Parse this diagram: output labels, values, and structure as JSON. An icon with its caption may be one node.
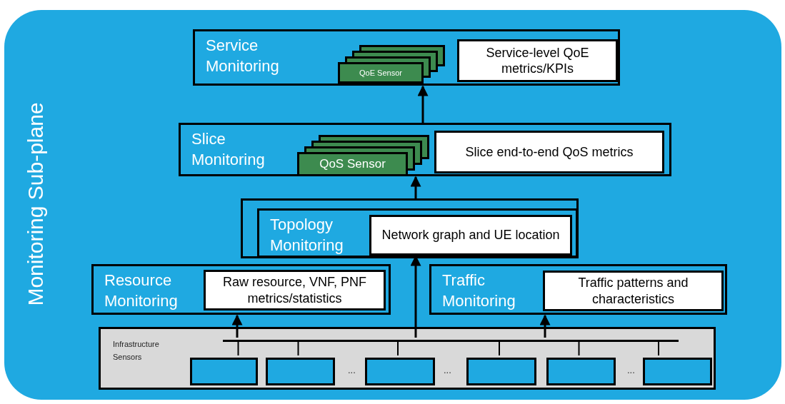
{
  "diagram": {
    "nodes": [
      {
        "text": [
          "Monitoring Sub-plane"
        ]
      },
      {
        "text": [
          "Service Monitoring"
        ],
        "in": 0
      },
      {
        "text": [
          "QoE Sensor"
        ],
        "in": 1
      },
      {
        "text": [
          "Service-level QoE metrics/KPIs"
        ],
        "in": 1
      },
      {
        "text": [
          "Slice Monitoring"
        ],
        "in": 0
      },
      {
        "text": [
          "QoS Sensor"
        ],
        "in": 4
      },
      {
        "text": [
          "Slice end-to-end QoS metrics"
        ],
        "in": 4
      },
      {
        "text": [],
        "shape": "box",
        "in": 0
      },
      {
        "text": [
          "Topology Monitoring"
        ],
        "in": 7
      },
      {
        "text": [
          "Network graph and UE location"
        ],
        "in": 8
      },
      {
        "text": [
          "Resource Monitoring"
        ],
        "in": 0
      },
      {
        "text": [
          "Raw resource, VNF, PNF metrics/statistics"
        ],
        "in": 10
      },
      {
        "text": [
          "Traffic Monitoring"
        ],
        "in": 0
      },
      {
        "text": [
          "Traffic patterns and characteristics"
        ],
        "in": 12
      },
      {
        "text": [
          "Infrastructure Sensors"
        ],
        "in": 0
      },
      {
        "text": [],
        "shape": "bar",
        "in": 14
      },
      {
        "text": [],
        "shape": "box",
        "in": 14
      },
      {
        "text": [],
        "shape": "box",
        "in": 14
      },
      {
        "text": [],
        "shape": "box",
        "in": 14
      },
      {
        "text": [],
        "shape": "box",
        "in": 14
      },
      {
        "text": [],
        "shape": "box",
        "in": 14
      },
      {
        "text": [],
        "shape": "box",
        "in": 14
      }
    ],
    "edges": [
      {
        "from": 4,
        "to": 1,
        "arrow": "to"
      },
      {
        "from": 7,
        "to": 4,
        "arrow": "to"
      },
      {
        "from": 15,
        "to": 10,
        "arrow": "to"
      },
      {
        "from": 15,
        "to": 8,
        "arrow": "to"
      },
      {
        "from": 15,
        "to": 12,
        "arrow": "to"
      },
      {
        "from": 16,
        "to": 15,
        "arrow": "none"
      },
      {
        "from": 17,
        "to": 15,
        "arrow": "none"
      },
      {
        "from": 18,
        "to": 15,
        "arrow": "none"
      },
      {
        "from": 19,
        "to": 15,
        "arrow": "none"
      },
      {
        "from": 20,
        "to": 15,
        "arrow": "none"
      },
      {
        "from": 21,
        "to": 15,
        "arrow": "none"
      }
    ],
    "labels": [
      "...",
      "...",
      "..."
    ]
  }
}
